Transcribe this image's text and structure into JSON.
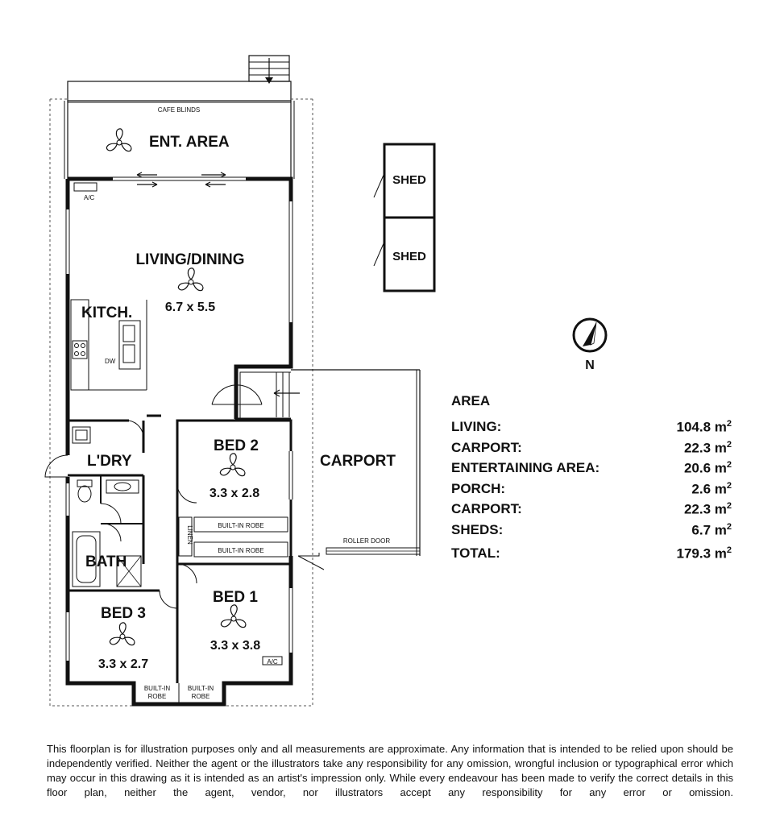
{
  "rooms": {
    "ent_area": "ENT. AREA",
    "cafe_blinds": "CAFE BLINDS",
    "ac_top": "A/C",
    "living": "LIVING/DINING",
    "living_dim": "6.7 x 5.5",
    "kitchen": "KITCH.",
    "dw": "DW",
    "laundry": "L'DRY",
    "bath": "BATH",
    "bed2": "BED 2",
    "bed2_dim": "3.3 x 2.8",
    "bed1": "BED 1",
    "bed1_dim": "3.3 x 3.8",
    "ac_bed1": "A/C",
    "bed3": "BED 3",
    "bed3_dim": "3.3 x 2.7",
    "linen": "LINEN",
    "robe1": "BUILT-IN ROBE",
    "robe2": "BUILT-IN ROBE",
    "robe3_l1": "BUILT-IN",
    "robe3_l2": "ROBE",
    "robe4_l1": "BUILT-IN",
    "robe4_l2": "ROBE",
    "carport": "CARPORT",
    "roller_door": "ROLLER DOOR",
    "shed1": "SHED",
    "shed2": "SHED",
    "north": "N"
  },
  "area": {
    "title": "AREA",
    "rows": [
      {
        "label": "LIVING:",
        "value": "104.8 m",
        "unit_sup": "2"
      },
      {
        "label": "CARPORT:",
        "value": "22.3 m",
        "unit_sup": "2"
      },
      {
        "label": "ENTERTAINING AREA:",
        "value": "20.6 m",
        "unit_sup": "2"
      },
      {
        "label": "PORCH:",
        "value": "2.6 m",
        "unit_sup": "2"
      },
      {
        "label": "CARPORT:",
        "value": "22.3 m",
        "unit_sup": "2"
      },
      {
        "label": "SHEDS:",
        "value": "6.7 m",
        "unit_sup": "2"
      }
    ],
    "total_label": "TOTAL:",
    "total_value": "179.3 m",
    "total_sup": "2"
  },
  "disclaimer": "This floorplan is for illustration purposes only and all measurements are approximate. Any information that is intended to be relied upon should be independently verified. Neither the agent or the illustrators take any responsibility for any omission, wrongful inclusion or typographical error which may occur in this drawing as it is intended as an artist's impression only. While every endeavour has been made to verify the correct details in this floor plan, neither the agent, vendor, nor illustrators accept any responsibility for any error or omission."
}
